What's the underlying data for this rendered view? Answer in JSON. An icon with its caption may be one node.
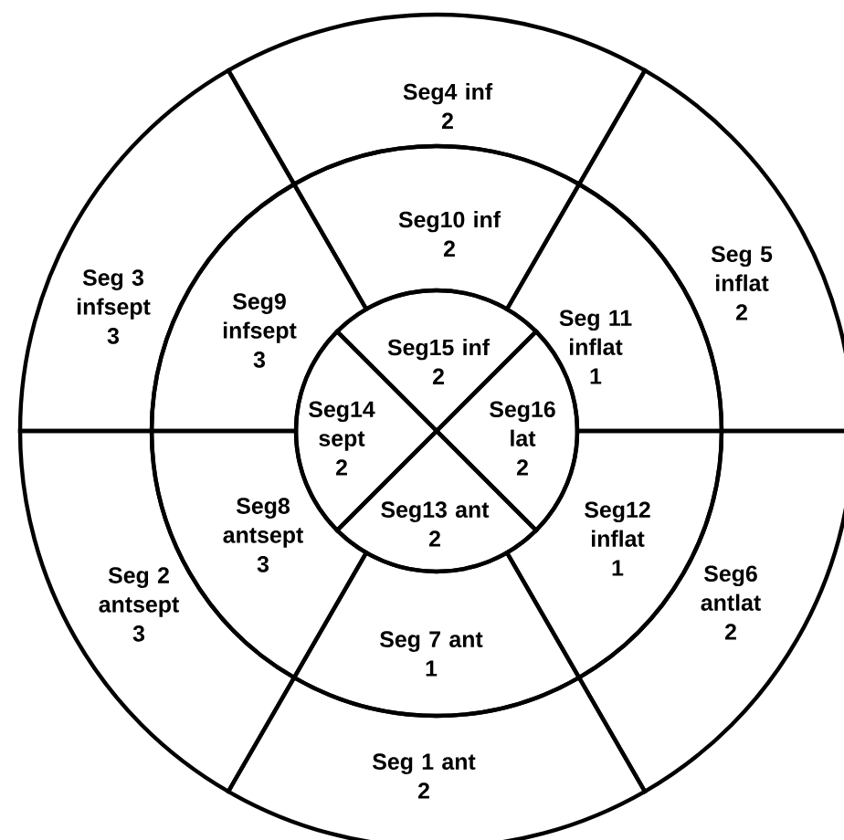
{
  "diagram": {
    "nodes": [
      {
        "text": [
          "Seg4 inf",
          "2"
        ]
      },
      {
        "text": [
          "Seg10 inf",
          "2"
        ]
      },
      {
        "text": [
          "Seg 3 infsept",
          "3"
        ]
      },
      {
        "text": [
          "Seg9 infsept",
          "3"
        ]
      },
      {
        "text": [
          "Seg15 inf",
          "2"
        ]
      },
      {
        "text": [
          "Seg 11 inflat",
          "1"
        ]
      },
      {
        "text": [
          "Seg 5 inflat",
          "2"
        ]
      },
      {
        "text": [
          "Seg14 sept",
          "2"
        ]
      },
      {
        "text": [
          "Seg16 lat",
          "2"
        ]
      },
      {
        "text": [
          "Seg13 ant",
          "2"
        ]
      },
      {
        "text": [
          "Seg8 antsept",
          "3"
        ]
      },
      {
        "text": [
          "Seg12 inflat",
          "1"
        ]
      },
      {
        "text": [
          "Seg 2 antsept",
          "3"
        ]
      },
      {
        "text": [
          "Seg6 antlat",
          "2"
        ]
      },
      {
        "text": [
          "Seg 7 ant",
          "1"
        ]
      },
      {
        "text": [
          "Seg 1 ant",
          "2"
        ]
      }
    ]
  }
}
